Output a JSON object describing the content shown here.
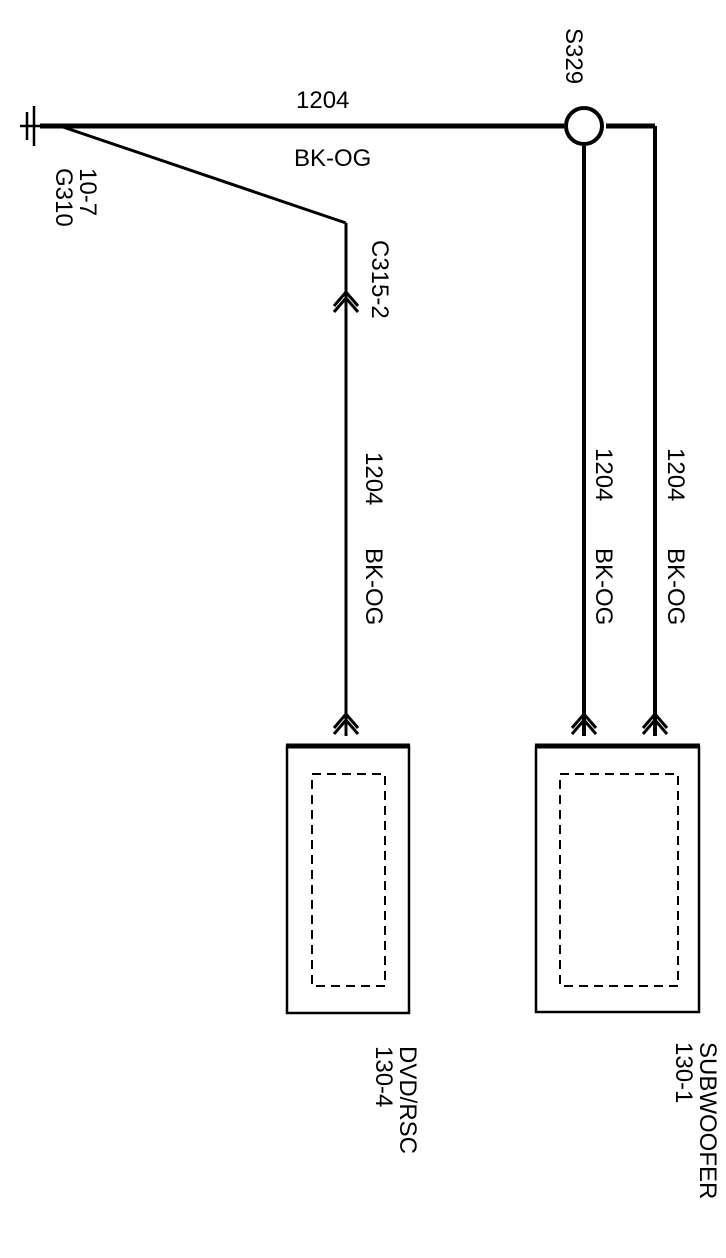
{
  "ground": {
    "label": "G310",
    "ref": "10-7"
  },
  "splice": {
    "label": "S329"
  },
  "top_wire": {
    "circuit": "1204",
    "color": "BK-OG"
  },
  "connector": {
    "label": "C315-2"
  },
  "left_wire": {
    "circuit": "1204",
    "color": "BK-OG"
  },
  "middle_wire": {
    "circuit": "1204",
    "color": "BK-OG"
  },
  "right_wire": {
    "circuit": "1204",
    "color": "BK-OG"
  },
  "dvd_module": {
    "name": "DVD/RSC",
    "ref": "130-4"
  },
  "subwoofer_module": {
    "name": "SUBWOOFER",
    "ref": "130-1"
  }
}
